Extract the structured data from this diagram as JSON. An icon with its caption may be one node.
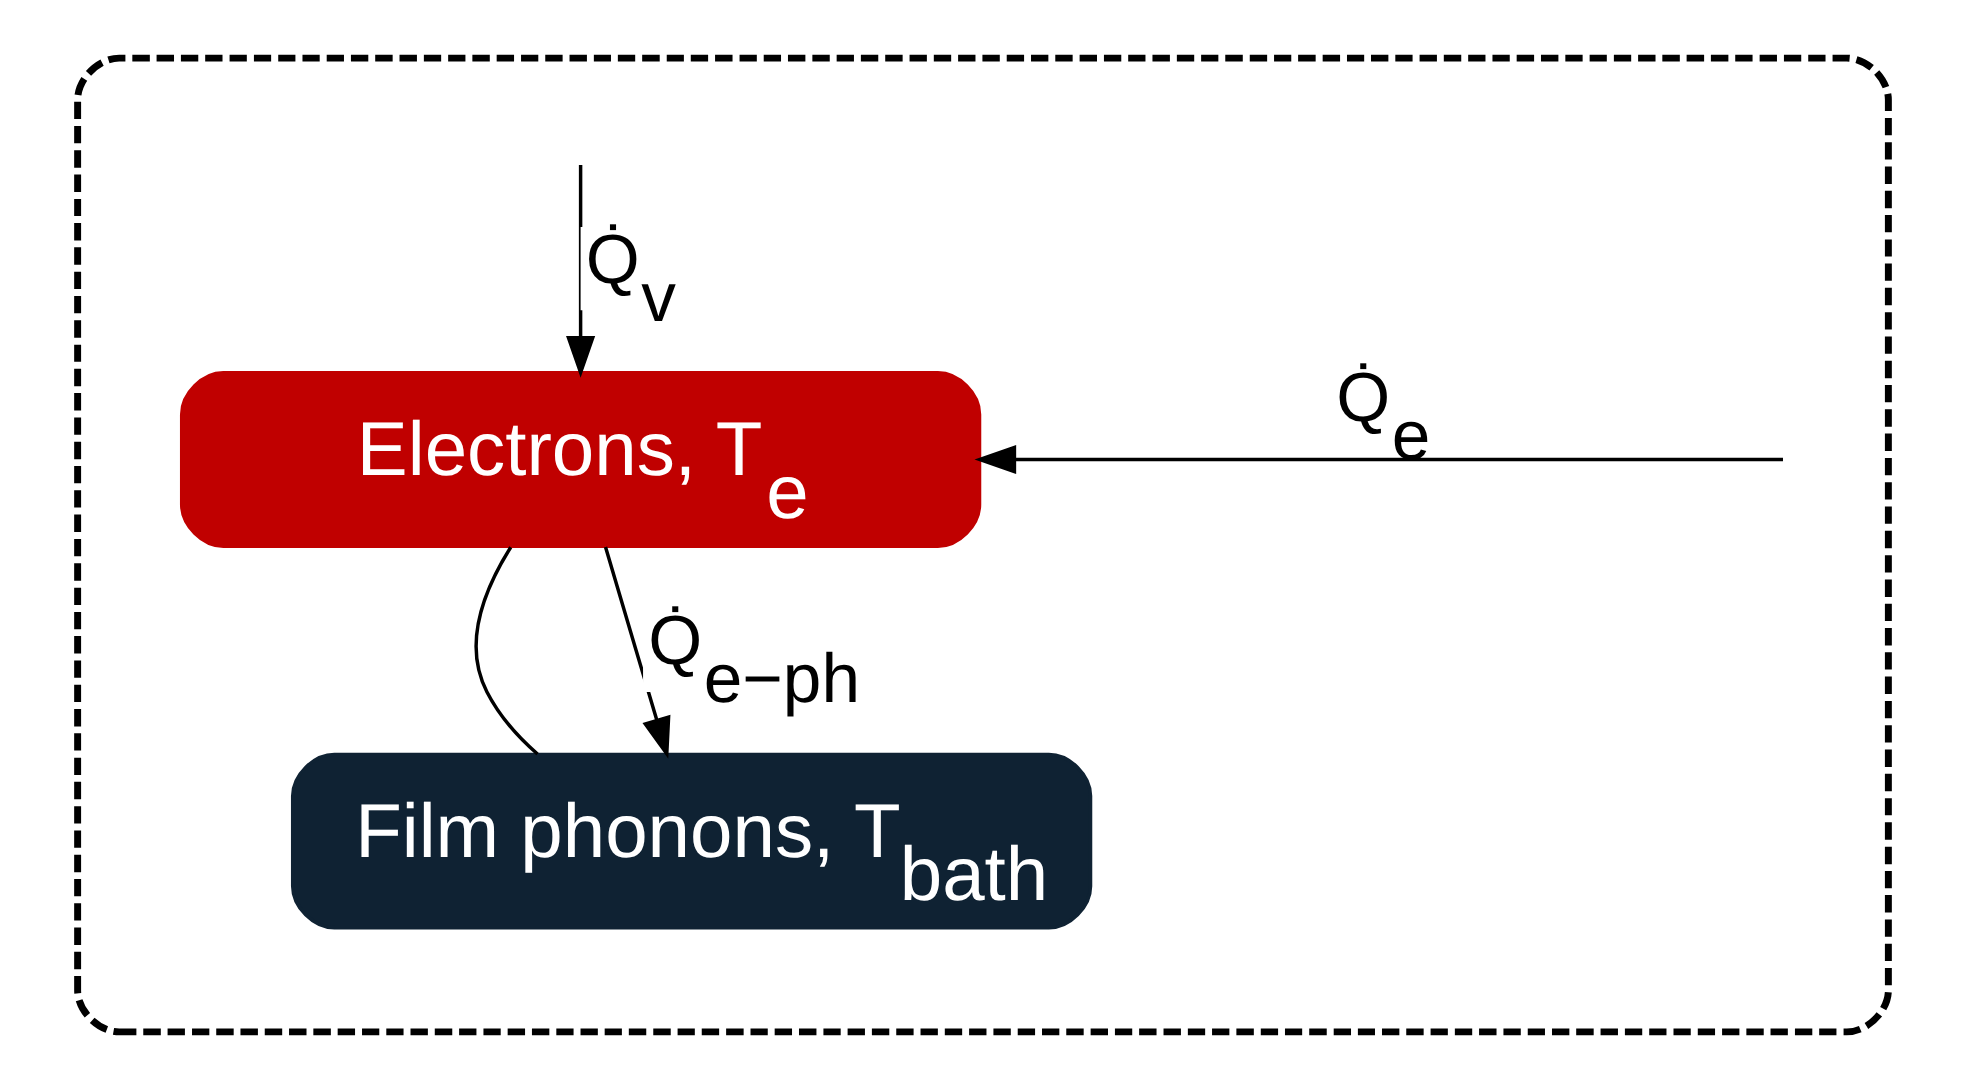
{
  "diagram": {
    "nodes": [
      {
        "text": [],
        "shape": "box"
      },
      {
        "text": [
          "Electrons, T$_{e}$"
        ],
        "in": 0
      },
      {
        "text": [
          "Film phonons, T$_{bath}$"
        ],
        "in": 0
      }
    ],
    "edges": [
      {
        "from": null,
        "to": 1,
        "arrow": "to",
        "label": "Q̇$_{e}$"
      },
      {
        "from": null,
        "to": 1,
        "arrow": "to",
        "label": "Q̇$_{v}$"
      },
      {
        "from": 1,
        "to": 2,
        "arrow": "none"
      },
      {
        "from": 1,
        "to": 2,
        "arrow": "to",
        "label": "Q̇$_{e−ph}$"
      }
    ]
  }
}
